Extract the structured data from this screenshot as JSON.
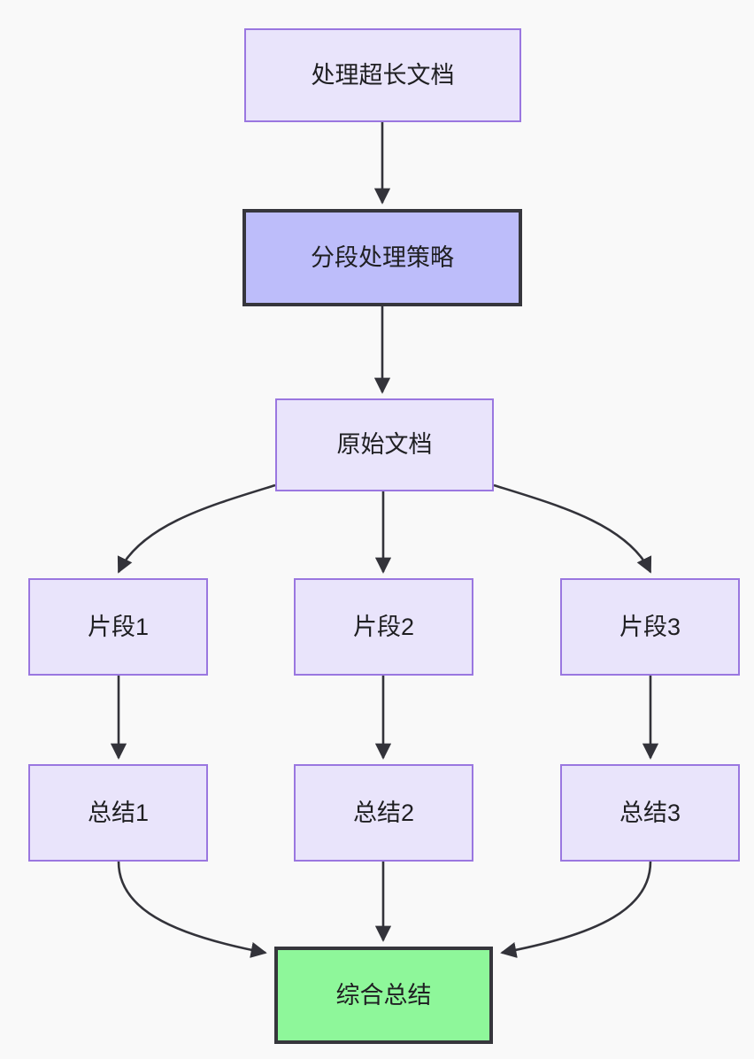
{
  "diagram": {
    "type": "flowchart",
    "direction": "top-to-bottom",
    "title": "处理超长文档",
    "background_color": "#f9f9f9",
    "palette": {
      "node_fill": "#e9e4fb",
      "node_border": "#9a77e0",
      "strong_fill": "#bdbdfa",
      "strong_border": "#36363c",
      "final_fill": "#8ef79a",
      "final_border": "#36363c",
      "edge_color": "#33333a",
      "text_color": "#1f1f22"
    },
    "nodes": [
      {
        "id": "n1",
        "label": "处理超长文档",
        "style": "normal"
      },
      {
        "id": "n2",
        "label": "分段处理策略",
        "style": "strong"
      },
      {
        "id": "n3",
        "label": "原始文档",
        "style": "normal"
      },
      {
        "id": "n4",
        "label": "片段1",
        "style": "normal"
      },
      {
        "id": "n5",
        "label": "片段2",
        "style": "normal"
      },
      {
        "id": "n6",
        "label": "片段3",
        "style": "normal"
      },
      {
        "id": "n7",
        "label": "总结1",
        "style": "normal"
      },
      {
        "id": "n8",
        "label": "总结2",
        "style": "normal"
      },
      {
        "id": "n9",
        "label": "总结3",
        "style": "normal"
      },
      {
        "id": "n10",
        "label": "综合总结",
        "style": "final"
      }
    ],
    "edges": [
      {
        "from": "处理超长文档",
        "to": "分段处理策略",
        "shape": "straight"
      },
      {
        "from": "分段处理策略",
        "to": "原始文档",
        "shape": "straight"
      },
      {
        "from": "原始文档",
        "to": "片段1",
        "shape": "curved"
      },
      {
        "from": "原始文档",
        "to": "片段2",
        "shape": "straight"
      },
      {
        "from": "原始文档",
        "to": "片段3",
        "shape": "curved"
      },
      {
        "from": "片段1",
        "to": "总结1",
        "shape": "straight"
      },
      {
        "from": "片段2",
        "to": "总结2",
        "shape": "straight"
      },
      {
        "from": "片段3",
        "to": "总结3",
        "shape": "straight"
      },
      {
        "from": "总结1",
        "to": "综合总结",
        "shape": "curved"
      },
      {
        "from": "总结2",
        "to": "综合总结",
        "shape": "straight"
      },
      {
        "from": "总结3",
        "to": "综合总结",
        "shape": "curved"
      }
    ]
  }
}
